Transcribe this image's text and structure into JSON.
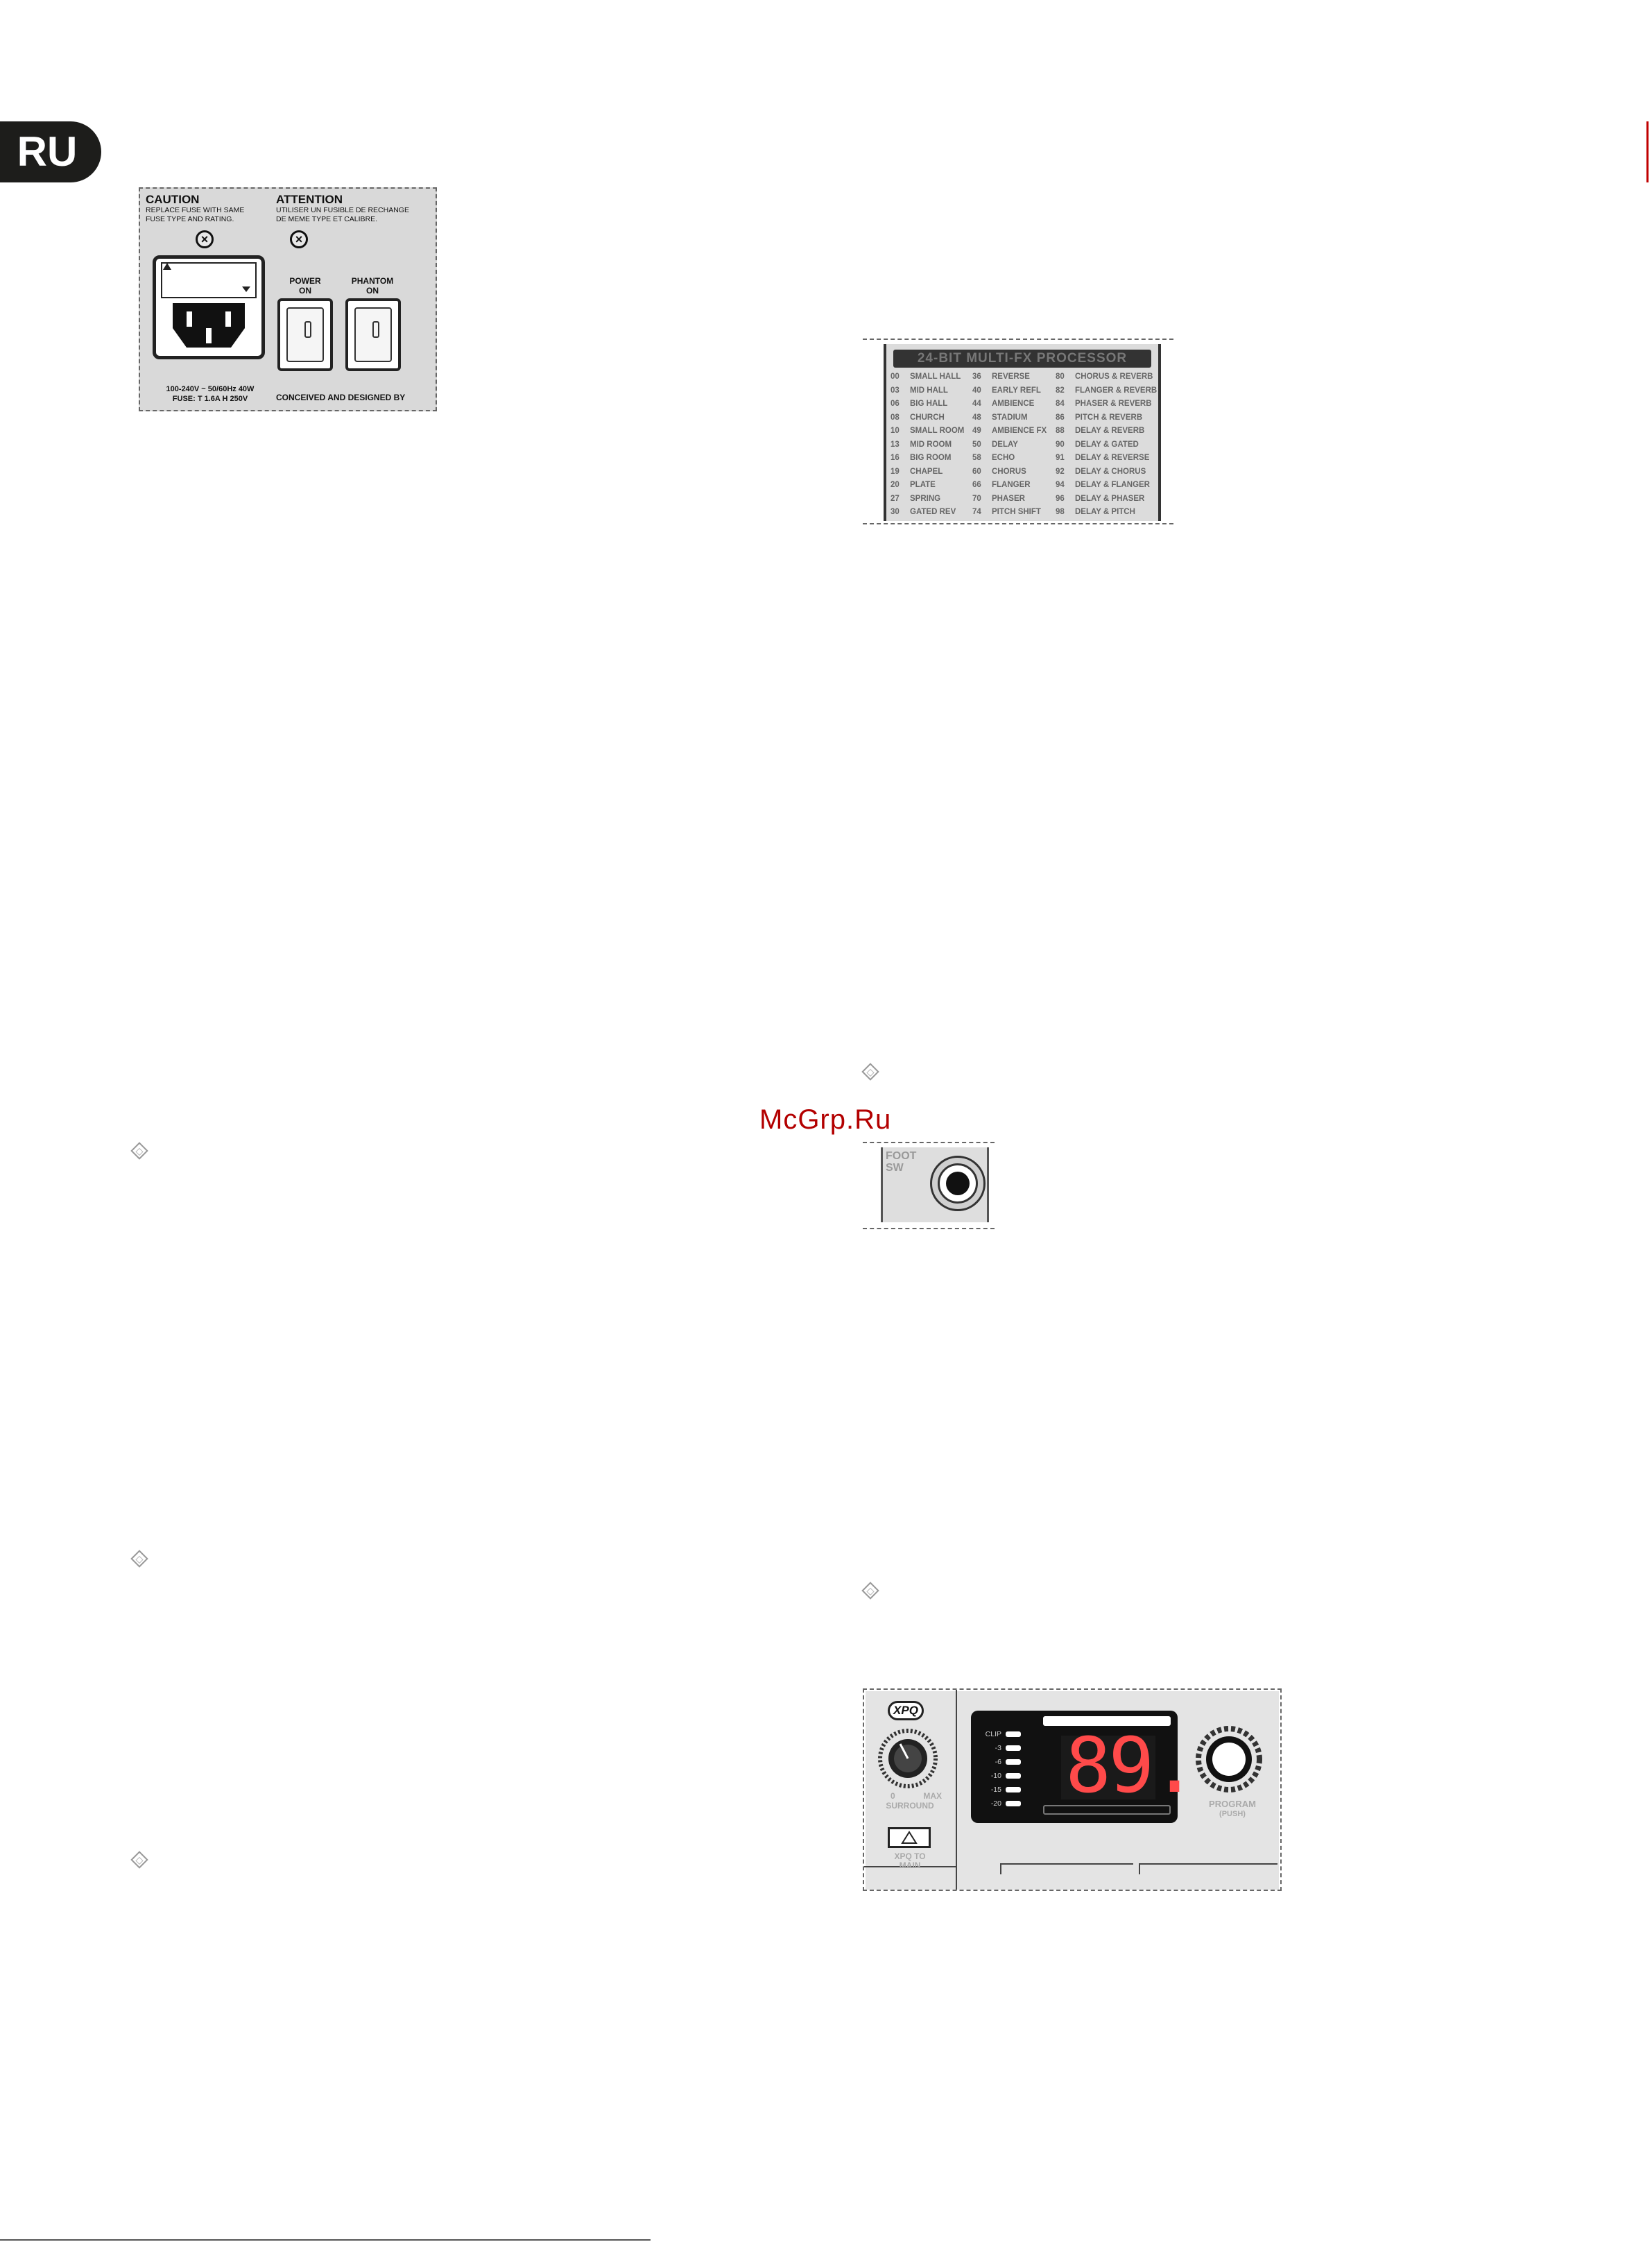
{
  "page": {
    "language_tab": "RU",
    "watermark": "McGrp.Ru"
  },
  "rear_panel": {
    "caution_title": "CAUTION",
    "caution_line1": "REPLACE FUSE WITH SAME",
    "caution_line2": "FUSE TYPE AND RATING.",
    "attention_title": "ATTENTION",
    "attention_line1": "UTILISER UN FUSIBLE DE RECHANGE",
    "attention_line2": "DE MEME  TYPE ET CALIBRE.",
    "power_label_1": "POWER",
    "power_label_2": "ON",
    "phantom_label_1": "PHANTOM",
    "phantom_label_2": "ON",
    "rating": "100-240V ~ 50/60Hz 40W",
    "fuse": "FUSE: T 1.6A H 250V",
    "designed": "CONCEIVED AND DESIGNED BY"
  },
  "fx_list": {
    "title": "24-BIT MULTI-FX PROCESSOR",
    "col1": [
      {
        "num": "00",
        "name": "SMALL HALL"
      },
      {
        "num": "03",
        "name": "MID HALL"
      },
      {
        "num": "06",
        "name": "BIG HALL"
      },
      {
        "num": "08",
        "name": "CHURCH"
      },
      {
        "num": "10",
        "name": "SMALL ROOM"
      },
      {
        "num": "13",
        "name": "MID ROOM"
      },
      {
        "num": "16",
        "name": "BIG ROOM"
      },
      {
        "num": "19",
        "name": "CHAPEL"
      },
      {
        "num": "20",
        "name": "PLATE"
      },
      {
        "num": "27",
        "name": "SPRING"
      },
      {
        "num": "30",
        "name": "GATED REV"
      }
    ],
    "col2": [
      {
        "num": "36",
        "name": "REVERSE"
      },
      {
        "num": "40",
        "name": "EARLY REFL"
      },
      {
        "num": "44",
        "name": "AMBIENCE"
      },
      {
        "num": "48",
        "name": "STADIUM"
      },
      {
        "num": "49",
        "name": "AMBIENCE FX"
      },
      {
        "num": "50",
        "name": "DELAY"
      },
      {
        "num": "58",
        "name": "ECHO"
      },
      {
        "num": "60",
        "name": "CHORUS"
      },
      {
        "num": "66",
        "name": "FLANGER"
      },
      {
        "num": "70",
        "name": "PHASER"
      },
      {
        "num": "74",
        "name": "PITCH SHIFT"
      }
    ],
    "col3": [
      {
        "num": "80",
        "name": "CHORUS & REVERB"
      },
      {
        "num": "82",
        "name": "FLANGER & REVERB"
      },
      {
        "num": "84",
        "name": "PHASER & REVERB"
      },
      {
        "num": "86",
        "name": "PITCH & REVERB"
      },
      {
        "num": "88",
        "name": "DELAY & REVERB"
      },
      {
        "num": "90",
        "name": "DELAY & GATED"
      },
      {
        "num": "91",
        "name": "DELAY & REVERSE"
      },
      {
        "num": "92",
        "name": "DELAY & CHORUS"
      },
      {
        "num": "94",
        "name": "DELAY & FLANGER"
      },
      {
        "num": "96",
        "name": "DELAY & PHASER"
      },
      {
        "num": "98",
        "name": "DELAY & PITCH"
      }
    ]
  },
  "foot_switch": {
    "label_1": "FOOT",
    "label_2": "SW"
  },
  "fx_display": {
    "xpq_logo": "XPQ",
    "surround_min": "0",
    "surround_max": "MAX",
    "surround_label": "SURROUND",
    "xpq_to_main_1": "XPQ TO",
    "xpq_to_main_2": "MAIN",
    "meter_labels": [
      "CLIP",
      "-3",
      "-6",
      "-10",
      "-15",
      "-20"
    ],
    "display_value": "89.",
    "program_label": "PROGRAM",
    "program_sub": "(PUSH)"
  }
}
